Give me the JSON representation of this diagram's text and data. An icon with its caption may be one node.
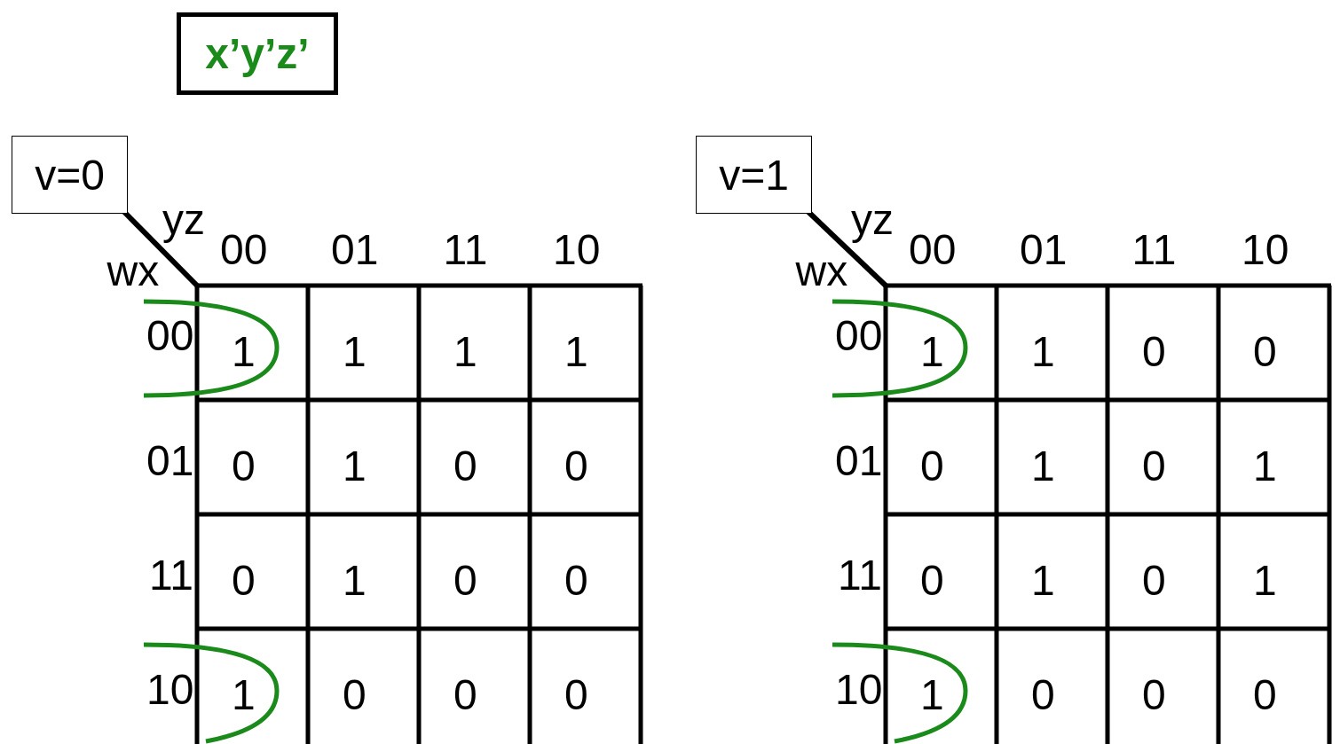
{
  "diagram": {
    "nodes": [
      {
        "text": [
          "x’y’z’"
        ]
      },
      {
        "text": [
          "v=0"
        ]
      },
      {
        "text": [
          "v=1"
        ]
      }
    ],
    "labels": [
      "yz",
      "wx",
      "00",
      "01",
      "11",
      "10",
      "00",
      "1",
      "1",
      "1",
      "1",
      "01",
      "0",
      "1",
      "0",
      "0",
      "11",
      "0",
      "1",
      "0",
      "0",
      "10",
      "1",
      "0",
      "0",
      "0",
      "yz",
      "wx",
      "00",
      "01",
      "11",
      "10",
      "00",
      "1",
      "1",
      "0",
      "0",
      "01",
      "0",
      "1",
      "0",
      "1",
      "11",
      "0",
      "1",
      "0",
      "1",
      "10",
      "1",
      "0",
      "0",
      "0"
    ]
  }
}
